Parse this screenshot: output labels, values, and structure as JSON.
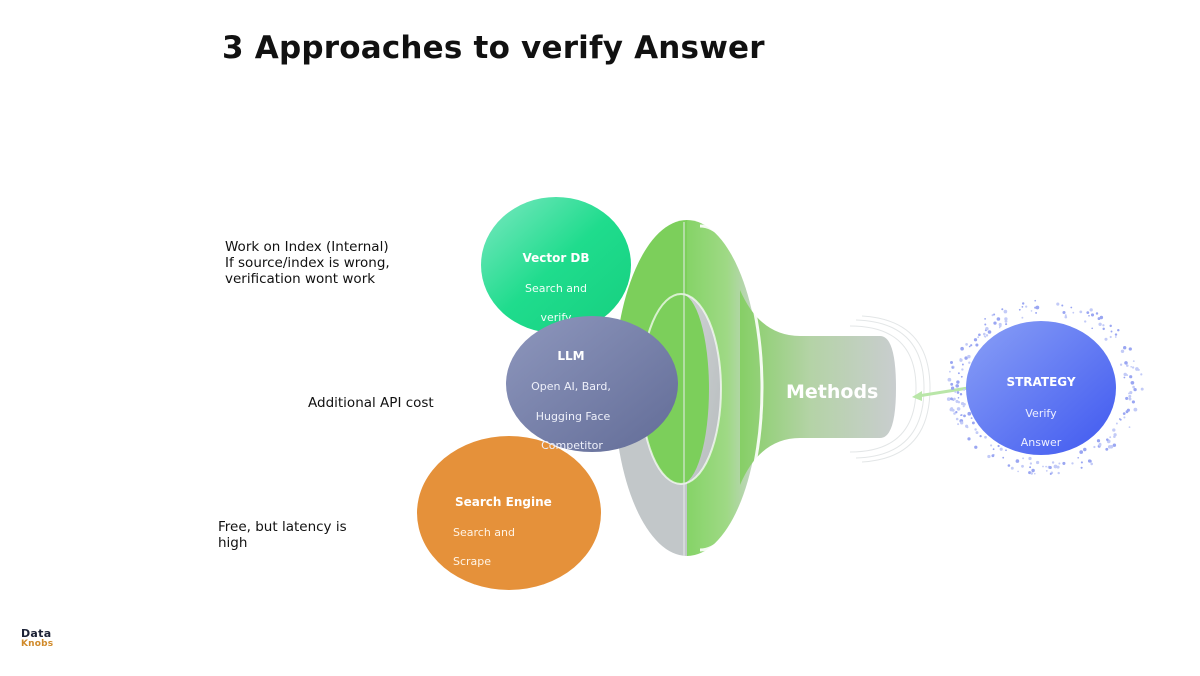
{
  "title": "3 Approaches to verify Answer",
  "notes": {
    "vector_db": [
      "Work on Index (Internal)",
      "If source/index is wrong,",
      "verification wont work"
    ],
    "llm": [
      "Additional API cost"
    ],
    "search_engine": [
      "Free, but latency is",
      "high"
    ]
  },
  "approaches": {
    "vector_db": {
      "heading": "Vector DB",
      "lines": [
        "Search and",
        "verify"
      ],
      "color": "#20d98a"
    },
    "llm": {
      "heading": "LLM",
      "lines": [
        "Open AI, Bard,",
        "Hugging Face",
        "Competitor"
      ],
      "color": "#707aa3"
    },
    "search_engine": {
      "heading": "Search Engine",
      "lines": [
        "Search and",
        "Scrape"
      ],
      "color": "#e5913a"
    }
  },
  "funnel": {
    "label": "Methods",
    "accent": "#7ccf5b",
    "body": "#c7ccce"
  },
  "strategy": {
    "heading": "STRATEGY",
    "lines": [
      "Verify",
      "Answer"
    ],
    "color": "#5a6ef0"
  },
  "logo": {
    "line1": "Data",
    "line2": "Knobs"
  }
}
